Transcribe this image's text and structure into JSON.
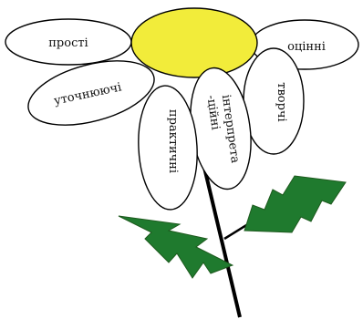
{
  "colors": {
    "flower_center": "#f2ec3a",
    "leaf": "#1f7a2e",
    "stem": "#000000",
    "petal_fill": "#ffffff",
    "outline": "#000000"
  },
  "petals": {
    "prosti": "прості",
    "utochniuiuchi": "уточнюючі",
    "praktychni": "практичні",
    "interpretatsiini_line1": "інтерпрета",
    "interpretatsiini_line2": "-ційні",
    "tvorchi": "творчі",
    "otsinni": "оцінні"
  }
}
